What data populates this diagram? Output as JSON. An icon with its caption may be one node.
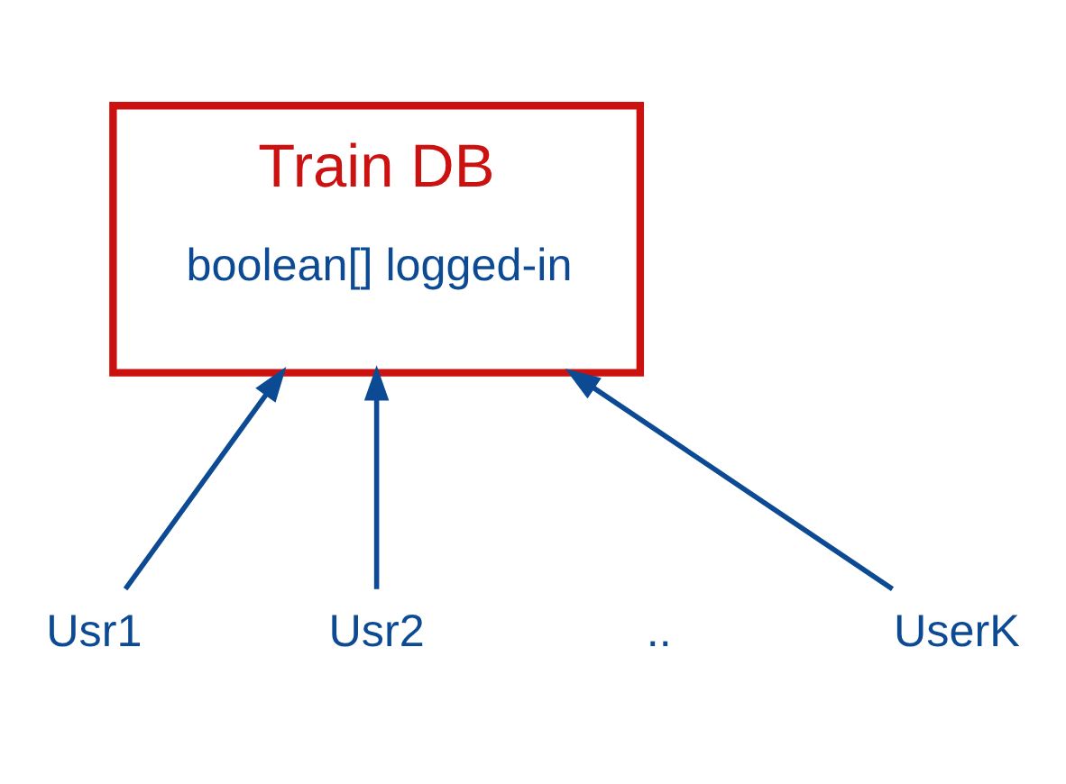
{
  "diagram": {
    "nodes": [
      {
        "text": [
          "Train DB",
          "boolean[] logged-in"
        ]
      },
      {
        "text": [
          "Usr1"
        ]
      },
      {
        "text": [
          "Usr2"
        ]
      },
      {
        "text": [
          "UserK"
        ]
      }
    ],
    "edges": [
      {
        "from": 1,
        "to": 0,
        "arrow": "to"
      },
      {
        "from": 2,
        "to": 0,
        "arrow": "to"
      },
      {
        "from": 3,
        "to": 0,
        "arrow": "to"
      }
    ],
    "labels": [
      ".."
    ]
  }
}
